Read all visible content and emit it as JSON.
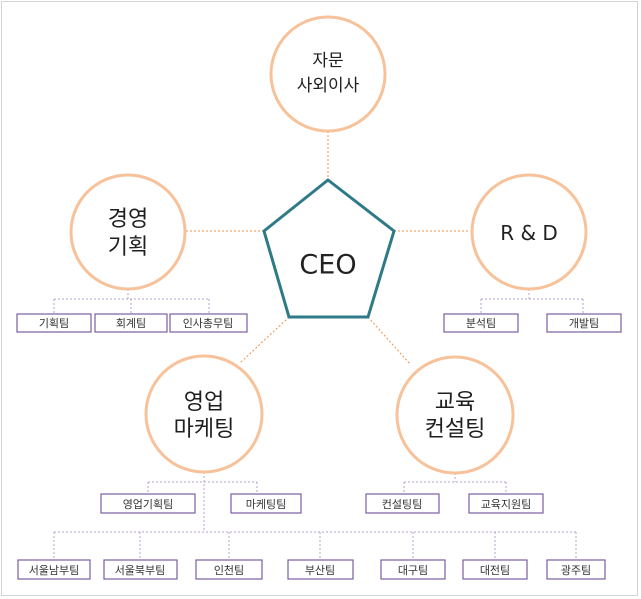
{
  "center": {
    "label": "CEO"
  },
  "nodes": {
    "advisory": {
      "line1": "자문",
      "line2": "사외이사"
    },
    "planning": {
      "line1": "경영",
      "line2": "기획"
    },
    "rnd": {
      "line1": "R & D"
    },
    "sales": {
      "line1": "영업",
      "line2": "마케팅"
    },
    "edu": {
      "line1": "교육",
      "line2": "컨설팅"
    }
  },
  "teams": {
    "planning": [
      "기획팀",
      "회계팀",
      "인사총무팀"
    ],
    "rnd": [
      "분석팀",
      "개발팀"
    ],
    "sales": [
      "영업기획팀",
      "마케팅팀"
    ],
    "edu": [
      "컨설팅팀",
      "교육지원팀"
    ],
    "branches": [
      "서울남부팀",
      "서울북부팀",
      "인천팀",
      "부산팀",
      "대구팀",
      "대전팀",
      "광주팀"
    ]
  },
  "colors": {
    "circle_stroke": "#f7c29a",
    "pentagon_stroke": "#2f7a87",
    "box_stroke": "#7a5fa3",
    "center_connector": "#ec9148",
    "team_connector": "#b4a2cf"
  }
}
